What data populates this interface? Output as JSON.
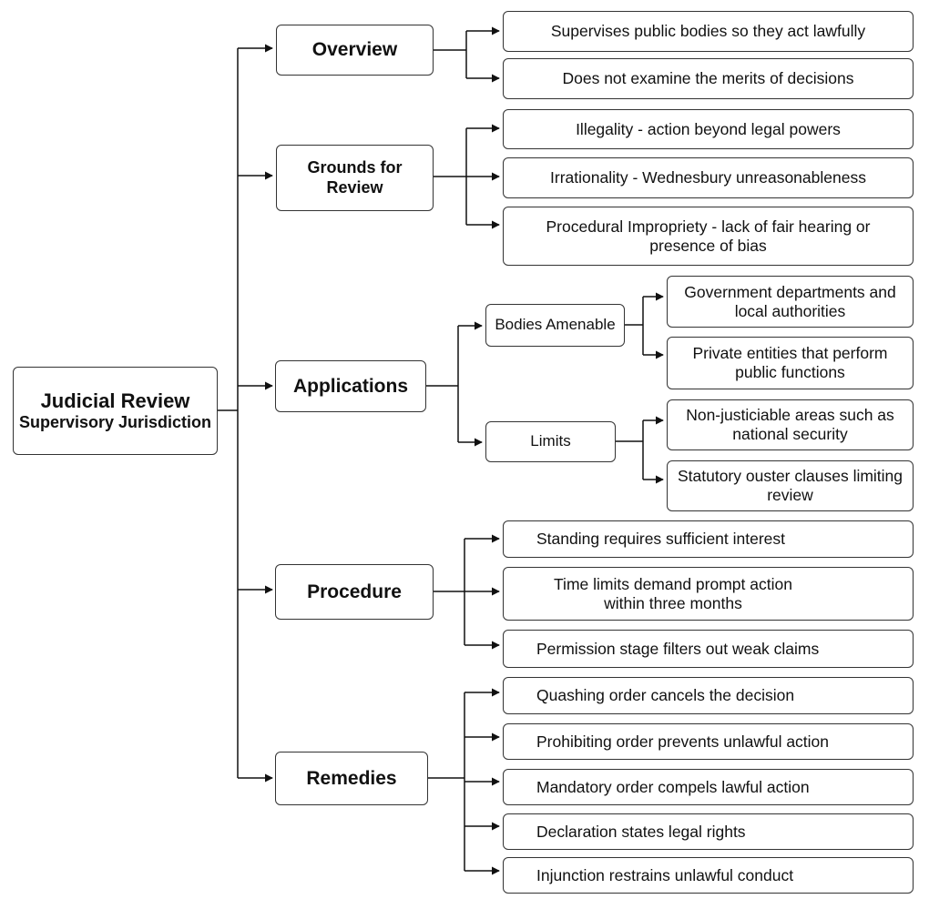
{
  "diagram": {
    "root": {
      "title": "Judicial Review",
      "subtitle": "Supervisory Jurisdiction"
    },
    "overview": {
      "label": "Overview",
      "items": [
        "Supervises public bodies so they act lawfully",
        "Does not examine the merits of decisions"
      ]
    },
    "grounds": {
      "label": "Grounds for Review",
      "items": [
        "Illegality - action beyond legal powers",
        "Irrationality - Wednesbury unreasonableness",
        "Procedural Impropriety - lack of fair hearing or presence of bias"
      ]
    },
    "applications": {
      "label": "Applications",
      "bodies": {
        "label": "Bodies Amenable",
        "items": [
          "Government departments and local authorities",
          "Private entities that perform public functions"
        ]
      },
      "limits": {
        "label": "Limits",
        "items": [
          "Non-justiciable areas such as national security",
          "Statutory ouster clauses limiting review"
        ]
      }
    },
    "procedure": {
      "label": "Procedure",
      "items": [
        "Standing requires sufficient interest",
        "Time limits demand prompt action within three months",
        "Permission stage filters out weak claims"
      ]
    },
    "remedies": {
      "label": "Remedies",
      "items": [
        "Quashing order cancels the decision",
        "Prohibiting order prevents unlawful action",
        "Mandatory order compels lawful action",
        "Declaration states legal rights",
        "Injunction restrains unlawful conduct"
      ]
    }
  }
}
